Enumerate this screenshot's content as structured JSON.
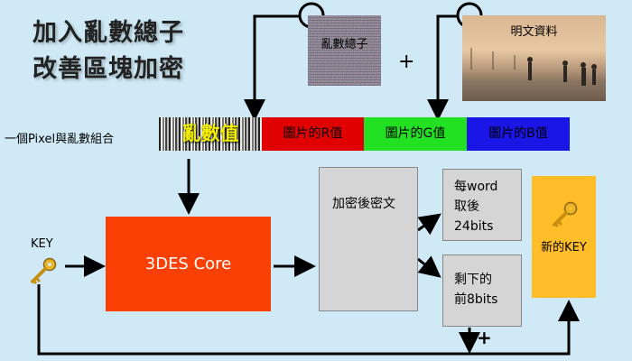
{
  "title": {
    "line1": "加入亂數總子",
    "line2": "改善區塊加密"
  },
  "noise_image": {
    "label": "亂數總子"
  },
  "plain_image": {
    "label": "明文資料"
  },
  "plus_sign": "+",
  "pixel": {
    "label": "一個Pixel與亂數組合",
    "random_value": "亂數值",
    "r_value": "圖片的R值",
    "g_value": "圖片的G值",
    "b_value": "圖片的B值"
  },
  "key": {
    "label": "KEY"
  },
  "core": {
    "label": "3DES Core"
  },
  "cipher": {
    "label": "加密後密文"
  },
  "word_box": {
    "line1": "每word",
    "line2": "取後",
    "line3": "24bits"
  },
  "remain_box": {
    "line1": "剩下的",
    "line2": "前8bits"
  },
  "new_key": {
    "label": "新的KEY"
  },
  "combine_sign": "+",
  "colors": {
    "background": "#cfeaf6",
    "core": "#fb4006",
    "r": "#e00000",
    "g": "#22e022",
    "b": "#1a16e6",
    "new_key": "#ffbd28",
    "random_text": "#f4f000"
  },
  "icons": {
    "key": "key-icon",
    "new_key": "key-icon"
  }
}
